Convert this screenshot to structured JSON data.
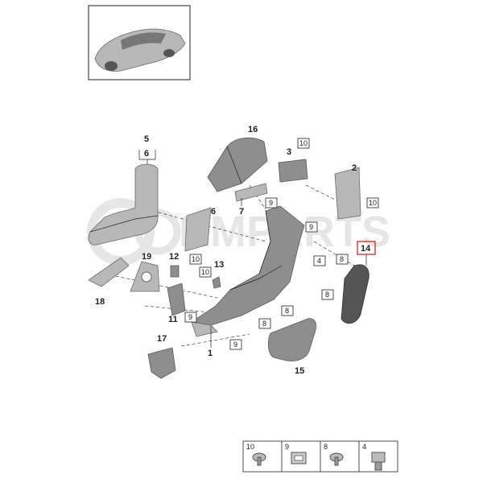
{
  "watermark": "RMPARTS",
  "labels": {
    "l1": "1",
    "l2": "2",
    "l3": "3",
    "l5": "5",
    "l6a": "6",
    "l6b": "6",
    "l7": "7",
    "l11": "11",
    "l12": "12",
    "l13": "13",
    "l14": "14",
    "l15": "15",
    "l16": "16",
    "l17": "17",
    "l18": "18",
    "l19": "19"
  },
  "boxes": {
    "b10a": "10",
    "b10b": "10",
    "b10c": "10",
    "b10d": "10",
    "b9a": "9",
    "b9b": "9",
    "b9c": "9",
    "b9d": "9",
    "b4": "4",
    "b8a": "8",
    "b8b": "8",
    "b8c": "8",
    "b8d": "8"
  },
  "fastener_legend": [
    {
      "ref": "10",
      "icon": "screw-icon"
    },
    {
      "ref": "9",
      "icon": "clip-icon"
    },
    {
      "ref": "8",
      "icon": "screw-icon"
    },
    {
      "ref": "4",
      "icon": "bolt-icon"
    }
  ],
  "colors": {
    "highlight": "#dd1111",
    "part": "#8e8e8e"
  }
}
